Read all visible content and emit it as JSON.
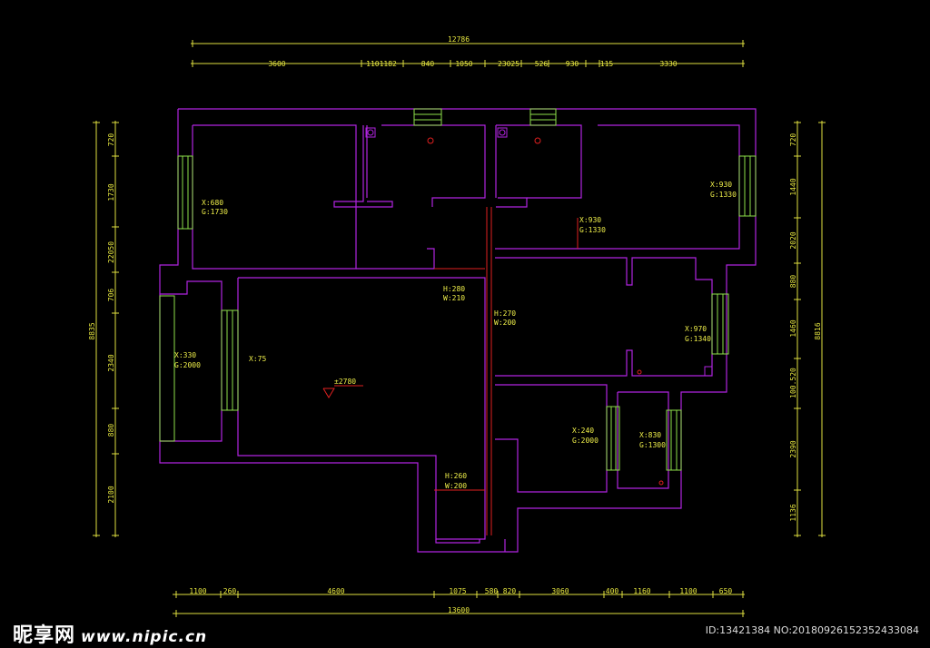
{
  "colors": {
    "background": "#000000",
    "wall": "#b024e0",
    "dimension": "#e0e040",
    "window": "#8ee04a",
    "text": "#f0f04a",
    "pipe": "#e02020"
  },
  "dims": {
    "top_total": "12786",
    "top_segments": [
      "3600",
      "1101182",
      "840",
      "1050",
      "23025",
      "526",
      "930",
      "115",
      "3330"
    ],
    "bottom_total": "13600",
    "bottom_segments": [
      "1100",
      "260",
      "4600",
      "1075",
      "580",
      "820",
      "3060",
      "400",
      "1160",
      "1100",
      "650"
    ],
    "left_total": "8835",
    "left_segments": [
      "720",
      "1730",
      "22050",
      "706",
      "2340",
      "880",
      "2100"
    ],
    "right_total": "8816",
    "right_segments": [
      "720",
      "1440",
      "2020",
      "880",
      "1460",
      "100.520",
      "2390",
      "1136"
    ]
  },
  "rooms": {
    "r1": {
      "x": "X:680",
      "g": "G:1730"
    },
    "r2": {
      "x": "X:930",
      "g": "G:1330"
    },
    "r3": {
      "x": "X:930",
      "g": "G:1330"
    },
    "r4": {
      "x": "X:330",
      "g": "G:2000"
    },
    "r5": {
      "x": "X:75"
    },
    "r6": {
      "h": "H:280",
      "w": "W:210"
    },
    "r7": {
      "h": "H:270",
      "w": "W:200"
    },
    "r8": {
      "x": "X:970",
      "g": "G:1340"
    },
    "r9": {
      "x": "X:240",
      "g": "G:2000"
    },
    "r10": {
      "x": "X:830",
      "g": "G:1300"
    },
    "r11": {
      "h": "H:260",
      "w": "W:200"
    },
    "elevation": "±2780"
  },
  "watermark": {
    "brand": "昵享网",
    "url": "www.nipic.cn"
  },
  "image_id": "ID:13421384 NO:20180926152352433084"
}
